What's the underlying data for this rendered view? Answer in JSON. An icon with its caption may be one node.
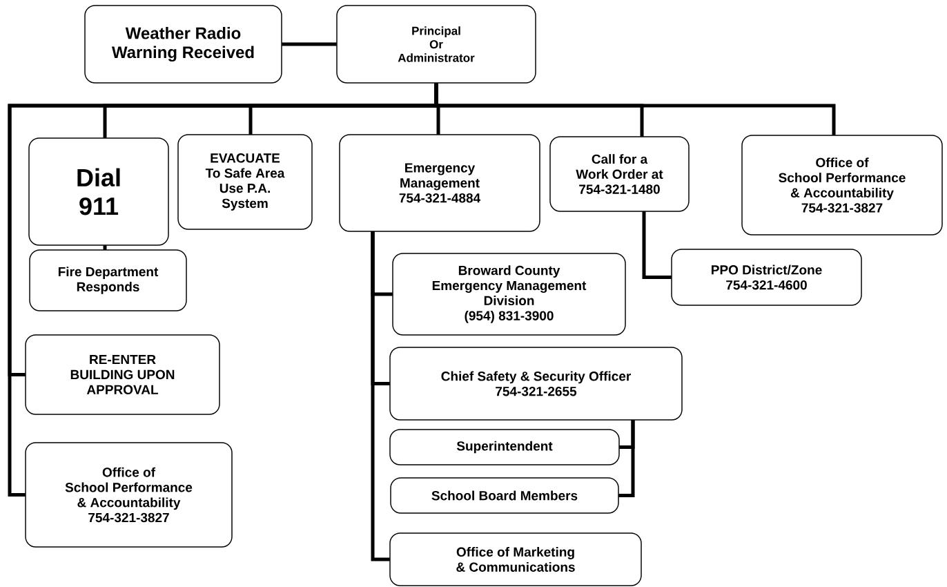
{
  "diagram": {
    "nodes": [
      {
        "text": [
          "Weather Radio Warning Received"
        ]
      },
      {
        "text": [
          "Principal Or Administrator"
        ]
      },
      {
        "text": [
          "Dial 911"
        ]
      },
      {
        "text": [
          "EVACUATE To Safe Area Use P.A. System"
        ]
      },
      {
        "text": [
          "Emergency Management 754-321-4884"
        ]
      },
      {
        "text": [
          "Call for a Work Order at 754-321-1480"
        ]
      },
      {
        "text": [
          "Office of School Performance & Accountability 754-321-3827"
        ]
      },
      {
        "text": [
          "Fire Department Responds"
        ]
      },
      {
        "text": [
          "RE-ENTER BUILDING UPON APPROVAL"
        ]
      },
      {
        "text": [
          "Office of School Performance & Accountability 754-321-3827"
        ]
      },
      {
        "text": [
          "PPO District/Zone 754-321-4600"
        ]
      },
      {
        "text": [
          "Broward County Emergency Management Division (954) 831-3900"
        ]
      },
      {
        "text": [
          "Chief Safety & Security Officer 754-321-2655"
        ]
      },
      {
        "text": [
          "Superintendent"
        ]
      },
      {
        "text": [
          "School Board Members"
        ]
      },
      {
        "text": [
          "Office of Marketing & Communications"
        ]
      }
    ],
    "edges": [
      {
        "from": 0,
        "to": 1,
        "arrow": "none"
      },
      {
        "from": 1,
        "to": 2,
        "arrow": "none"
      },
      {
        "from": 1,
        "to": 3,
        "arrow": "none"
      },
      {
        "from": 1,
        "to": 4,
        "arrow": "none"
      },
      {
        "from": 1,
        "to": 5,
        "arrow": "none"
      },
      {
        "from": 1,
        "to": 6,
        "arrow": "none"
      },
      {
        "from": 1,
        "to": 8,
        "arrow": "none"
      },
      {
        "from": 1,
        "to": 9,
        "arrow": "none"
      },
      {
        "from": 2,
        "to": 7,
        "arrow": "none"
      },
      {
        "from": 5,
        "to": 10,
        "arrow": "none"
      },
      {
        "from": 4,
        "to": 11,
        "arrow": "none"
      },
      {
        "from": 4,
        "to": 12,
        "arrow": "none"
      },
      {
        "from": 4,
        "to": 15,
        "arrow": "none"
      },
      {
        "from": 12,
        "to": 13,
        "arrow": "none"
      },
      {
        "from": 12,
        "to": 14,
        "arrow": "none"
      }
    ]
  }
}
